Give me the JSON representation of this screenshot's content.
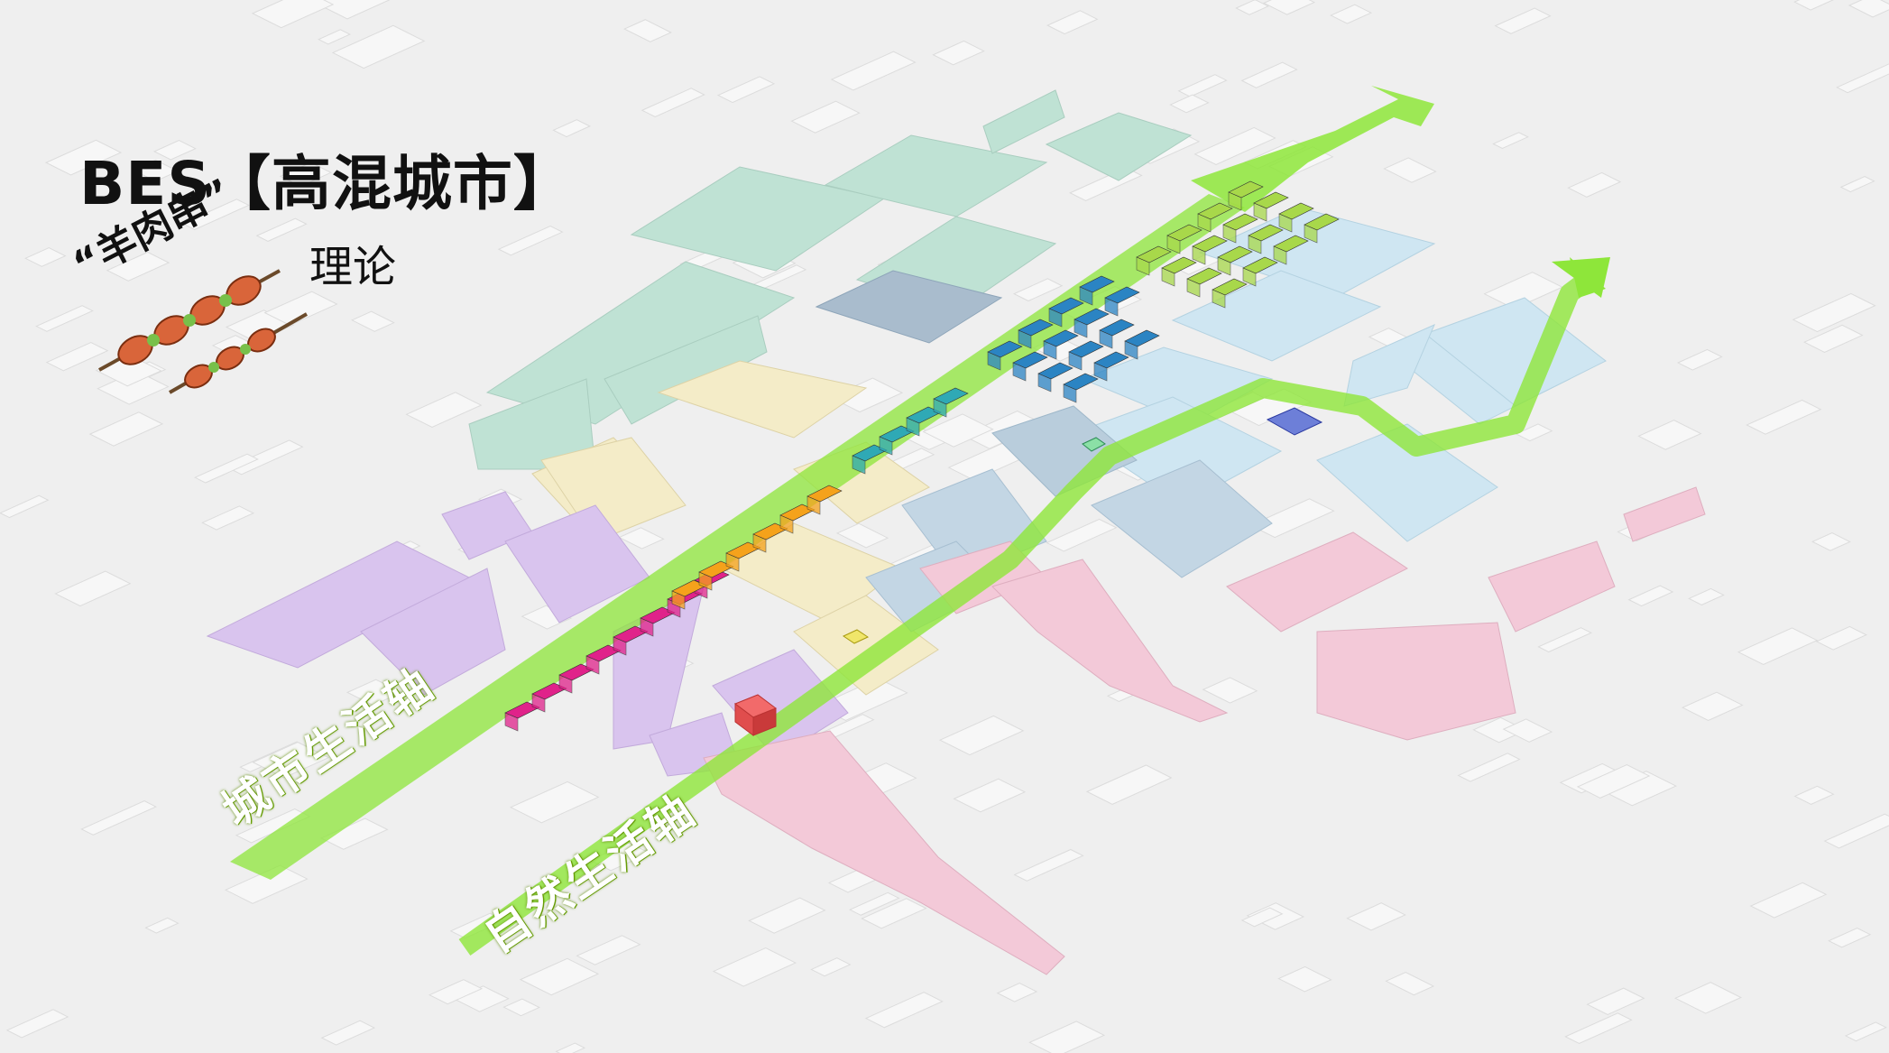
{
  "title": {
    "main": "BES【高混城市】",
    "kebab": "“羊肉串”",
    "subtitle": "理论"
  },
  "roads": [
    {
      "label": "城市生活轴",
      "color": "#9be83a"
    },
    {
      "label": "自然生活轴",
      "color": "#9be83a"
    }
  ],
  "colors": {
    "axis_green": "#8ee63a",
    "purple_zone": "#d9c4ee",
    "yellow_zone": "#f4ecc8",
    "teal_zone": "#bfe2d4",
    "blue_zone": "#cfe6f2",
    "pink_zone": "#f3c9d8",
    "block_magenta": "#e0228a",
    "block_orange": "#f5a21b",
    "block_teal": "#2fa9b5",
    "block_blue": "#2b84c3",
    "block_lime": "#a8d84a"
  }
}
